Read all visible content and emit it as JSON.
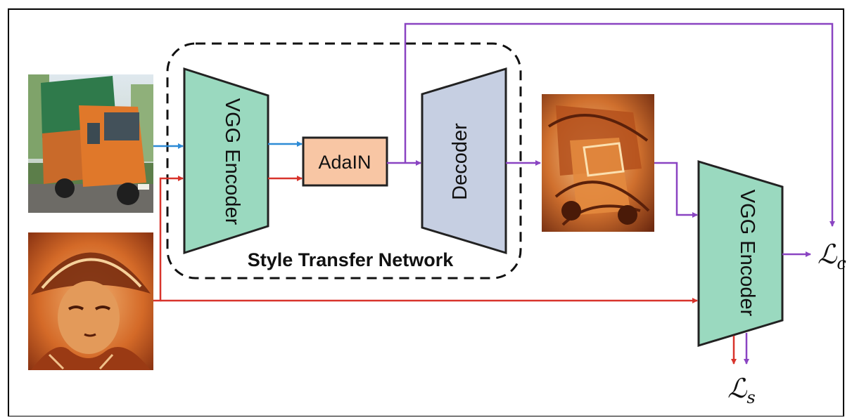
{
  "diagram": {
    "group_label": "Style Transfer Network",
    "encoder_1_label": "VGG Encoder",
    "adain_label": "AdaIN",
    "decoder_label": "Decoder",
    "encoder_2_label": "VGG Encoder",
    "content_loss": {
      "symbol": "ℒ",
      "subscript": "c"
    },
    "style_loss": {
      "symbol": "ℒ",
      "subscript": "s"
    },
    "images": {
      "content": "photo of an orange cargo truck with a green tarp",
      "style": "painting of a woman wearing a conical hat, orange-brown tones",
      "output": "stylized truck rendered in orange-brown painterly style"
    }
  },
  "colors": {
    "encoder_fill": "#9ad9bf",
    "adain_fill": "#f8c6a4",
    "decoder_fill": "#c6cfe2",
    "content_path": "#2e8bd6",
    "style_path": "#d8342c",
    "output_path": "#8a44c2"
  }
}
